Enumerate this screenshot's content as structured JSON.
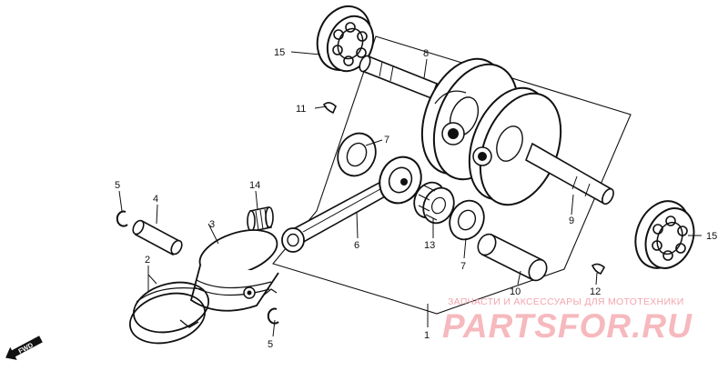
{
  "diagram": {
    "callouts": {
      "c1": "1",
      "c2": "2",
      "c3": "3",
      "c4": "4",
      "c5a": "5",
      "c5b": "5",
      "c6": "6",
      "c7a": "7",
      "c7b": "7",
      "c8": "8",
      "c9": "9",
      "c10": "10",
      "c11": "11",
      "c12": "12",
      "c13": "13",
      "c14": "14",
      "c15a": "15",
      "c15b": "15"
    },
    "fwd_label": "FWD"
  },
  "watermark": {
    "caption": "ЗАПЧАСТИ И АКСЕССУАРЫ ДЛЯ МОТОТЕХНИКИ",
    "logo_text": "PARTSFOR.RU"
  }
}
